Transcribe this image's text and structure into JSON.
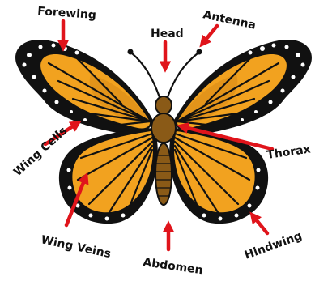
{
  "diagram": {
    "labels": {
      "forewing": "Forewing",
      "head": "Head",
      "antenna": "Antenna",
      "wing_cells": "Wing Cells",
      "thorax": "Thorax",
      "wing_veins": "Wing Veins",
      "abdomen": "Abdomen",
      "hindwing": "Hindwing"
    },
    "colors": {
      "wing_orange": "#f2a21f",
      "wing_dark": "#c97a12",
      "border_black": "#111111",
      "spot_white": "#ffffff",
      "body_brown": "#8a5a17",
      "arrow_red": "#e0141b"
    }
  }
}
